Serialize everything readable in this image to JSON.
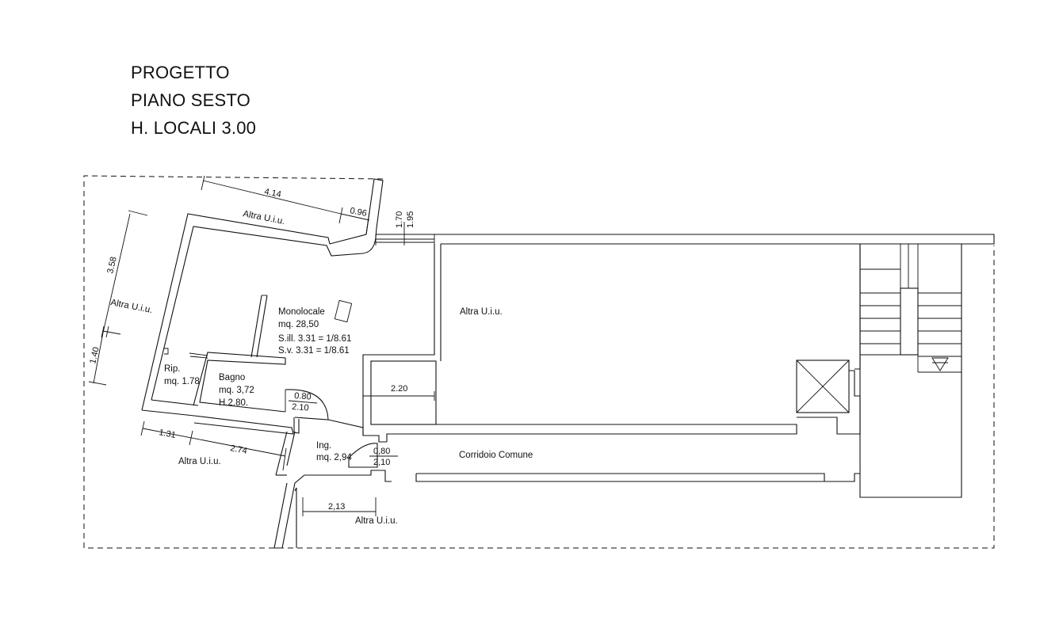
{
  "header": {
    "line1": "PROGETTO",
    "line2": "PIANO SESTO",
    "line3": "H. LOCALI 3.00"
  },
  "rooms": {
    "monolocale": {
      "name": "Monolocale",
      "area": "mq. 28,50",
      "sill": "S.ill. 3.31 = 1/8.61",
      "sv": "S.v. 3.31 = 1/8.61"
    },
    "ripostiglio": {
      "name": "Rip.",
      "area": "mq. 1.78"
    },
    "bagno": {
      "name": "Bagno",
      "area": "mq. 3,72",
      "height": "H.2.80."
    },
    "ingresso": {
      "name": "Ing.",
      "area": "mq. 2,94"
    },
    "corridoio": {
      "name": "Corridoio Comune"
    }
  },
  "neighbours": {
    "top": "Altra U.i.u.",
    "left": "Altra U.i.u.",
    "bottom_left": "Altra U.i.u.",
    "bottom": "Altra U.i.u.",
    "center": "Altra U.i.u."
  },
  "dimensions": {
    "d_414": "4.14",
    "d_096": "0.96",
    "d_170": "1.70",
    "d_195": "1.95",
    "d_358": "3.58",
    "d_140": "1.40",
    "d_131": "1.31",
    "d_274": "2.74",
    "d_220": "2.20",
    "d_213": "2,13",
    "door_bagno_w": "0.80",
    "door_bagno_h": "2.10",
    "door_ing_w": "0,80",
    "door_ing_h": "2,10"
  }
}
